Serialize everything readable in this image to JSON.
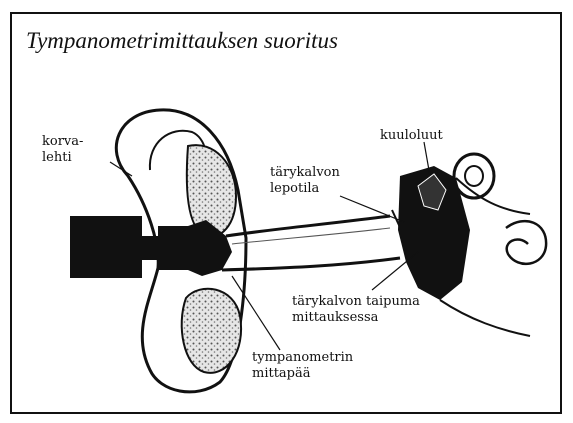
{
  "title": "Tympanometrimittauksen suoritus",
  "labels": {
    "korvalehti": [
      "korva-",
      "lehti"
    ],
    "kuulokuulut": "kuuloluut",
    "tarykalvon_lepotila": [
      "tärykalvon",
      "lepotila"
    ],
    "tarykalvon_taipuma": [
      "tärykalvon taipuma",
      "mittauksessa"
    ],
    "tympanometrin_mittapaa": [
      "tympanometrin",
      "mittapää"
    ]
  },
  "colors": {
    "ink": "#111111",
    "paper": "#ffffff",
    "stipple": "#c8c8c8"
  }
}
